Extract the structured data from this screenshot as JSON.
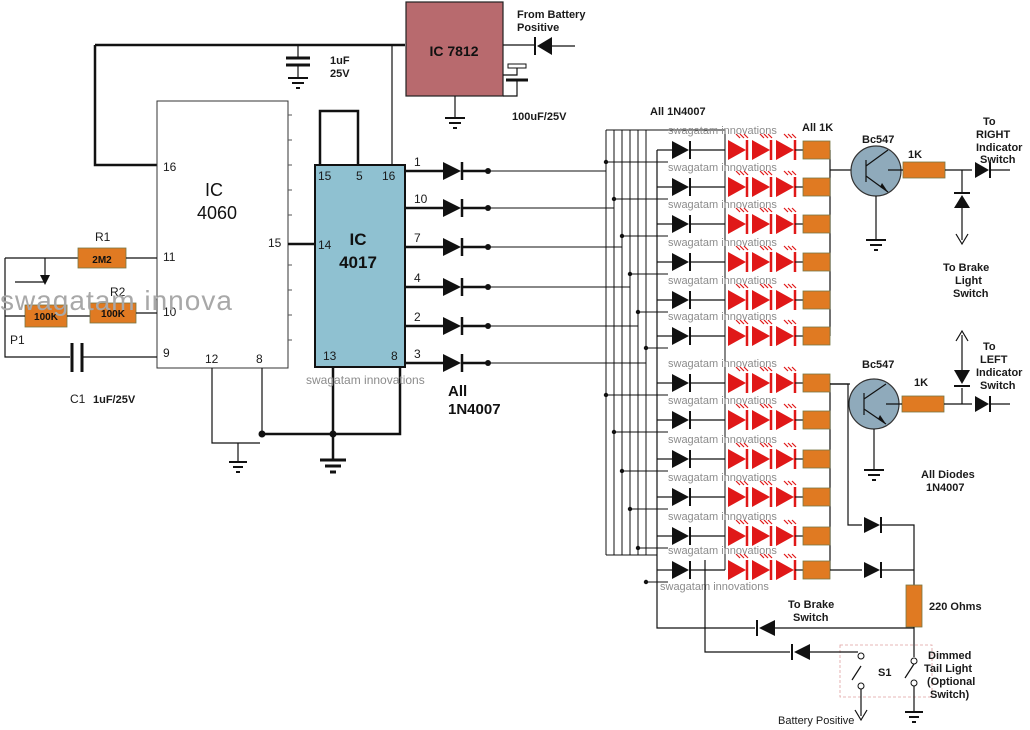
{
  "labels": {
    "from_battery": "From Battery",
    "positive": "Positive",
    "ic7812": "IC 7812",
    "cap1_val": "1uF",
    "cap1_volt": "25V",
    "cap2": "100uF/25V",
    "ic4060_a": "IC",
    "ic4060_b": "4060",
    "ic4017_a": "IC",
    "ic4017_b": "4017",
    "r1": "R1",
    "r1_val": "2M2",
    "r2": "R2",
    "r2_val": "100K",
    "p1": "P1",
    "p1_val": "100K",
    "c1": "C1",
    "c1_val": "1uF/25V",
    "all_a": "All",
    "all_b": "1N4007",
    "all_1n4007_top": "All 1N4007",
    "all_1k": "All 1K",
    "bc547_top": "Bc547",
    "bc547_bot": "Bc547",
    "res_1k_top": "1K",
    "res_1k_bot": "1K",
    "to_right_1": "To",
    "to_right_2": "RIGHT",
    "to_right_3": "Indicator",
    "to_right_4": "Switch",
    "to_brake_1": "To Brake",
    "to_brake_2": "Light",
    "to_brake_3": "Switch",
    "to_left_1": "To",
    "to_left_2": "LEFT",
    "to_left_3": "Indicator",
    "to_left_4": "Switch",
    "all_diodes_1": "All Diodes",
    "all_diodes_2": "1N4007",
    "r220": "220 Ohms",
    "to_brake_sw_1": "To Brake",
    "to_brake_sw_2": "Switch",
    "dimmed_1": "Dimmed",
    "dimmed_2": "Tail Light",
    "dimmed_3": "(Optional",
    "dimmed_4": "Switch)",
    "s1": "S1",
    "battery_positive": "Battery Positive"
  },
  "watermarks": {
    "large": "swagatam innova",
    "small": "swagatam innovations"
  },
  "ic4060_pins": {
    "p16": "16",
    "p11": "11",
    "p10": "10",
    "p9": "9",
    "p15": "15",
    "p12": "12",
    "p8": "8"
  },
  "ic4017_pins": {
    "p15": "15",
    "p5": "5",
    "p16": "16",
    "p14": "14",
    "p13": "13",
    "p8": "8"
  },
  "outputs": [
    "1",
    "10",
    "7",
    "4",
    "2",
    "3"
  ],
  "colors": {
    "led": "#e01818",
    "resistor": "#e07a22",
    "ic7812": "#b86a6e",
    "ic4017": "#8fc1d1",
    "transistor": "#8faabb"
  }
}
